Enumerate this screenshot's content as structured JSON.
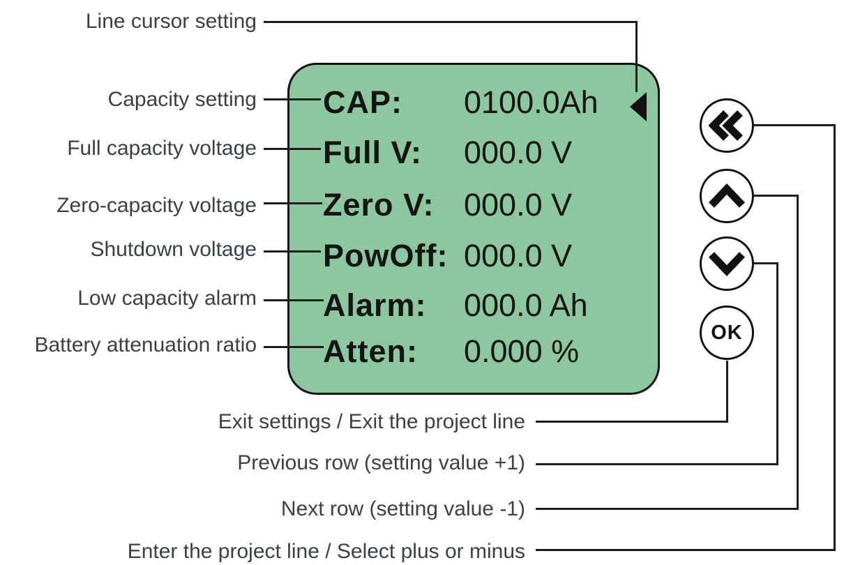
{
  "page": {
    "background": "#ffffff",
    "line_color": "#1c1c1c",
    "label_color": "#3b4046"
  },
  "screen": {
    "bg_color": "#8dc7a0",
    "border_color": "#111111",
    "rows": [
      {
        "label": "CAP:",
        "value": "0100.0Ah",
        "cursor": true
      },
      {
        "label": "Full V:",
        "value": "000.0 V",
        "cursor": false
      },
      {
        "label": "Zero V:",
        "value": "000.0 V",
        "cursor": false
      },
      {
        "label": "PowOff:",
        "value": "000.0 V",
        "cursor": false
      },
      {
        "label": "Alarm:",
        "value": "000.0 Ah",
        "cursor": false
      },
      {
        "label": "Atten:",
        "value": "0.000 %",
        "cursor": false
      }
    ]
  },
  "callouts": {
    "line_cursor": {
      "text": "Line cursor setting"
    },
    "capacity": {
      "text": "Capacity setting"
    },
    "full_v": {
      "text": "Full capacity voltage"
    },
    "zero_v": {
      "text": "Zero-capacity voltage"
    },
    "shutdown": {
      "text": "Shutdown voltage"
    },
    "alarm": {
      "text": "Low capacity alarm"
    },
    "atten": {
      "text": "Battery attenuation ratio"
    },
    "exit": {
      "text": "Exit settings / Exit the project line",
      "button": "ok"
    },
    "previous_row": {
      "text": "Previous row (setting value +1)",
      "button": "chevron-down"
    },
    "next_row": {
      "text": "Next row (setting value -1)",
      "button": "chevron-up"
    },
    "enter": {
      "text": "Enter the project line / Select plus or minus",
      "button": "double-chevron-left"
    }
  },
  "buttons": {
    "back": {
      "icon": "double-chevron-left"
    },
    "up": {
      "icon": "chevron-up"
    },
    "down": {
      "icon": "chevron-down"
    },
    "ok": {
      "label": "OK"
    }
  }
}
